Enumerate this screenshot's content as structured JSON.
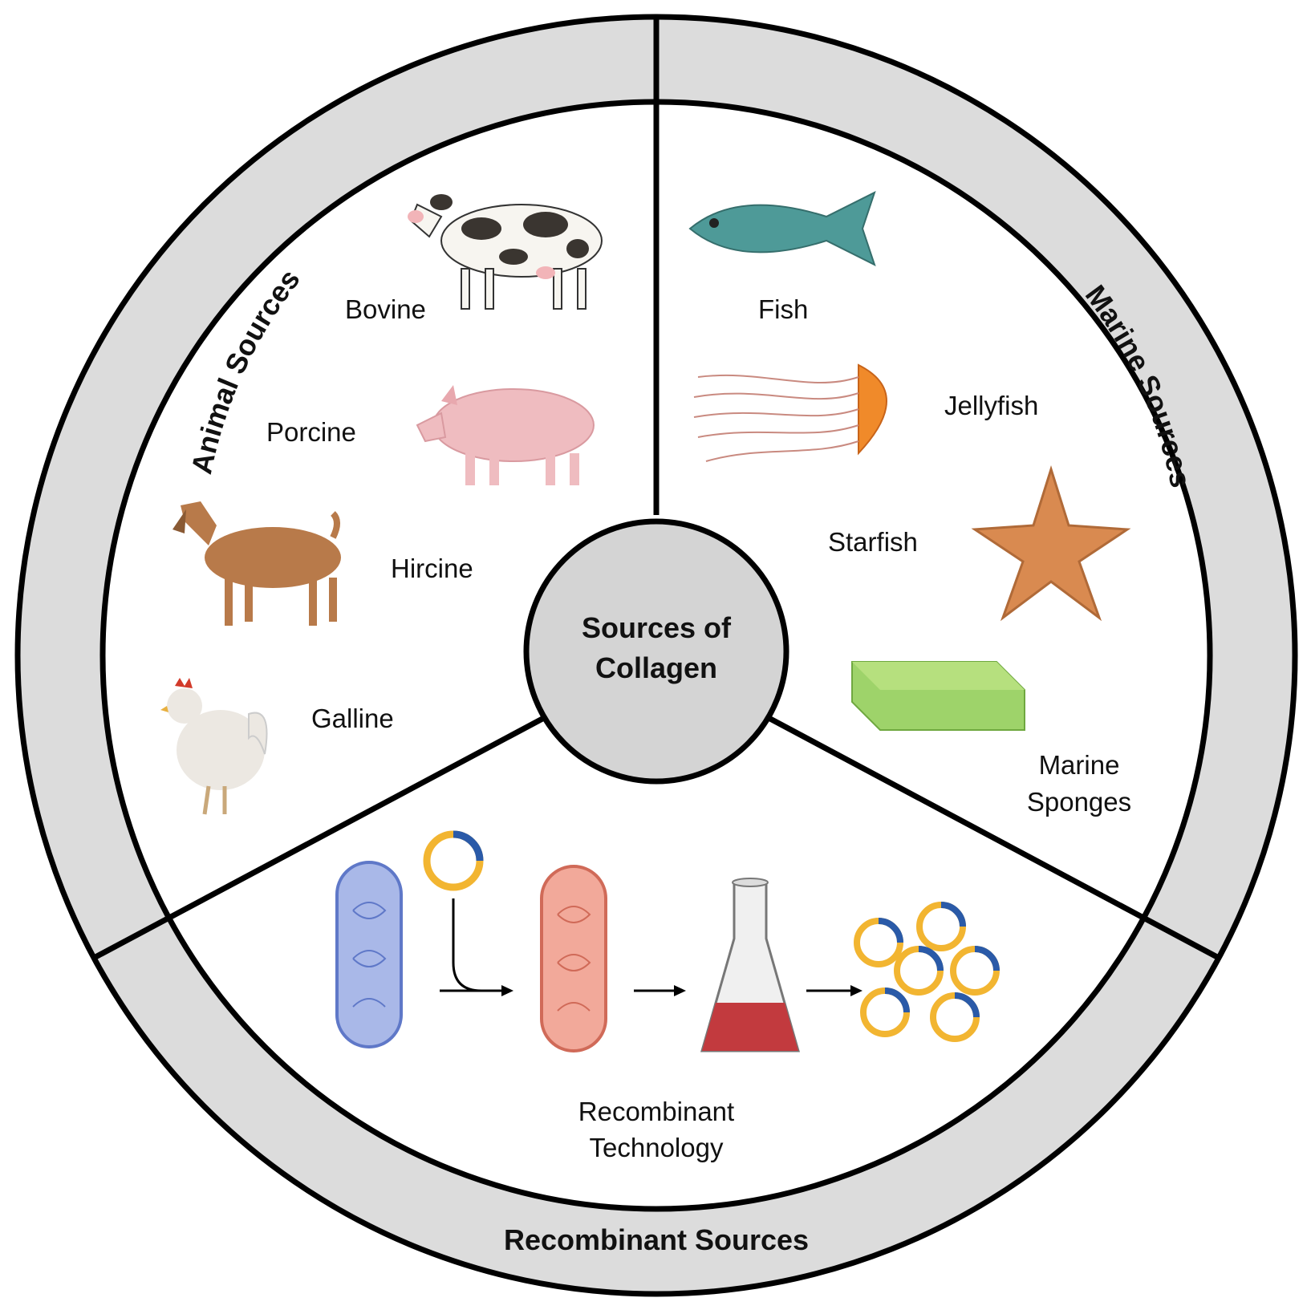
{
  "center": {
    "line1": "Sources of",
    "line2": "Collagen"
  },
  "sectors": {
    "animal": {
      "title": "Animal Sources",
      "items": [
        "Bovine",
        "Porcine",
        "Hircine",
        "Galline"
      ]
    },
    "marine": {
      "title": "Marine Sources",
      "items": [
        "Fish",
        "Jellyfish",
        "Starfish"
      ],
      "sponge_line1": "Marine",
      "sponge_line2": "Sponges"
    },
    "recombinant": {
      "title": "Recombinant Sources",
      "line1": "Recombinant",
      "line2": "Technology"
    }
  },
  "colors": {
    "ring": "#dcdcdc",
    "center": "#d4d4d4",
    "outline": "#000000",
    "fish": "#4e9a98",
    "pig": "#efbcc0",
    "goat": "#b87a4a",
    "jellyfish": "#f08a2a",
    "starfish": "#d98a50",
    "sponge": "#9ed36a",
    "plasmid_yellow": "#f2b531",
    "plasmid_blue": "#2a5aa8",
    "cell_blue": "#a9b8e8",
    "cell_red": "#f2a99a",
    "flask_liquid": "#c23a3e"
  },
  "icons": [
    "cow-icon",
    "pig-icon",
    "goat-icon",
    "chicken-icon",
    "fish-icon",
    "jellyfish-icon",
    "starfish-icon",
    "sponge-icon",
    "bacterium-icon",
    "plasmid-icon",
    "flask-icon",
    "arrow-icon"
  ]
}
